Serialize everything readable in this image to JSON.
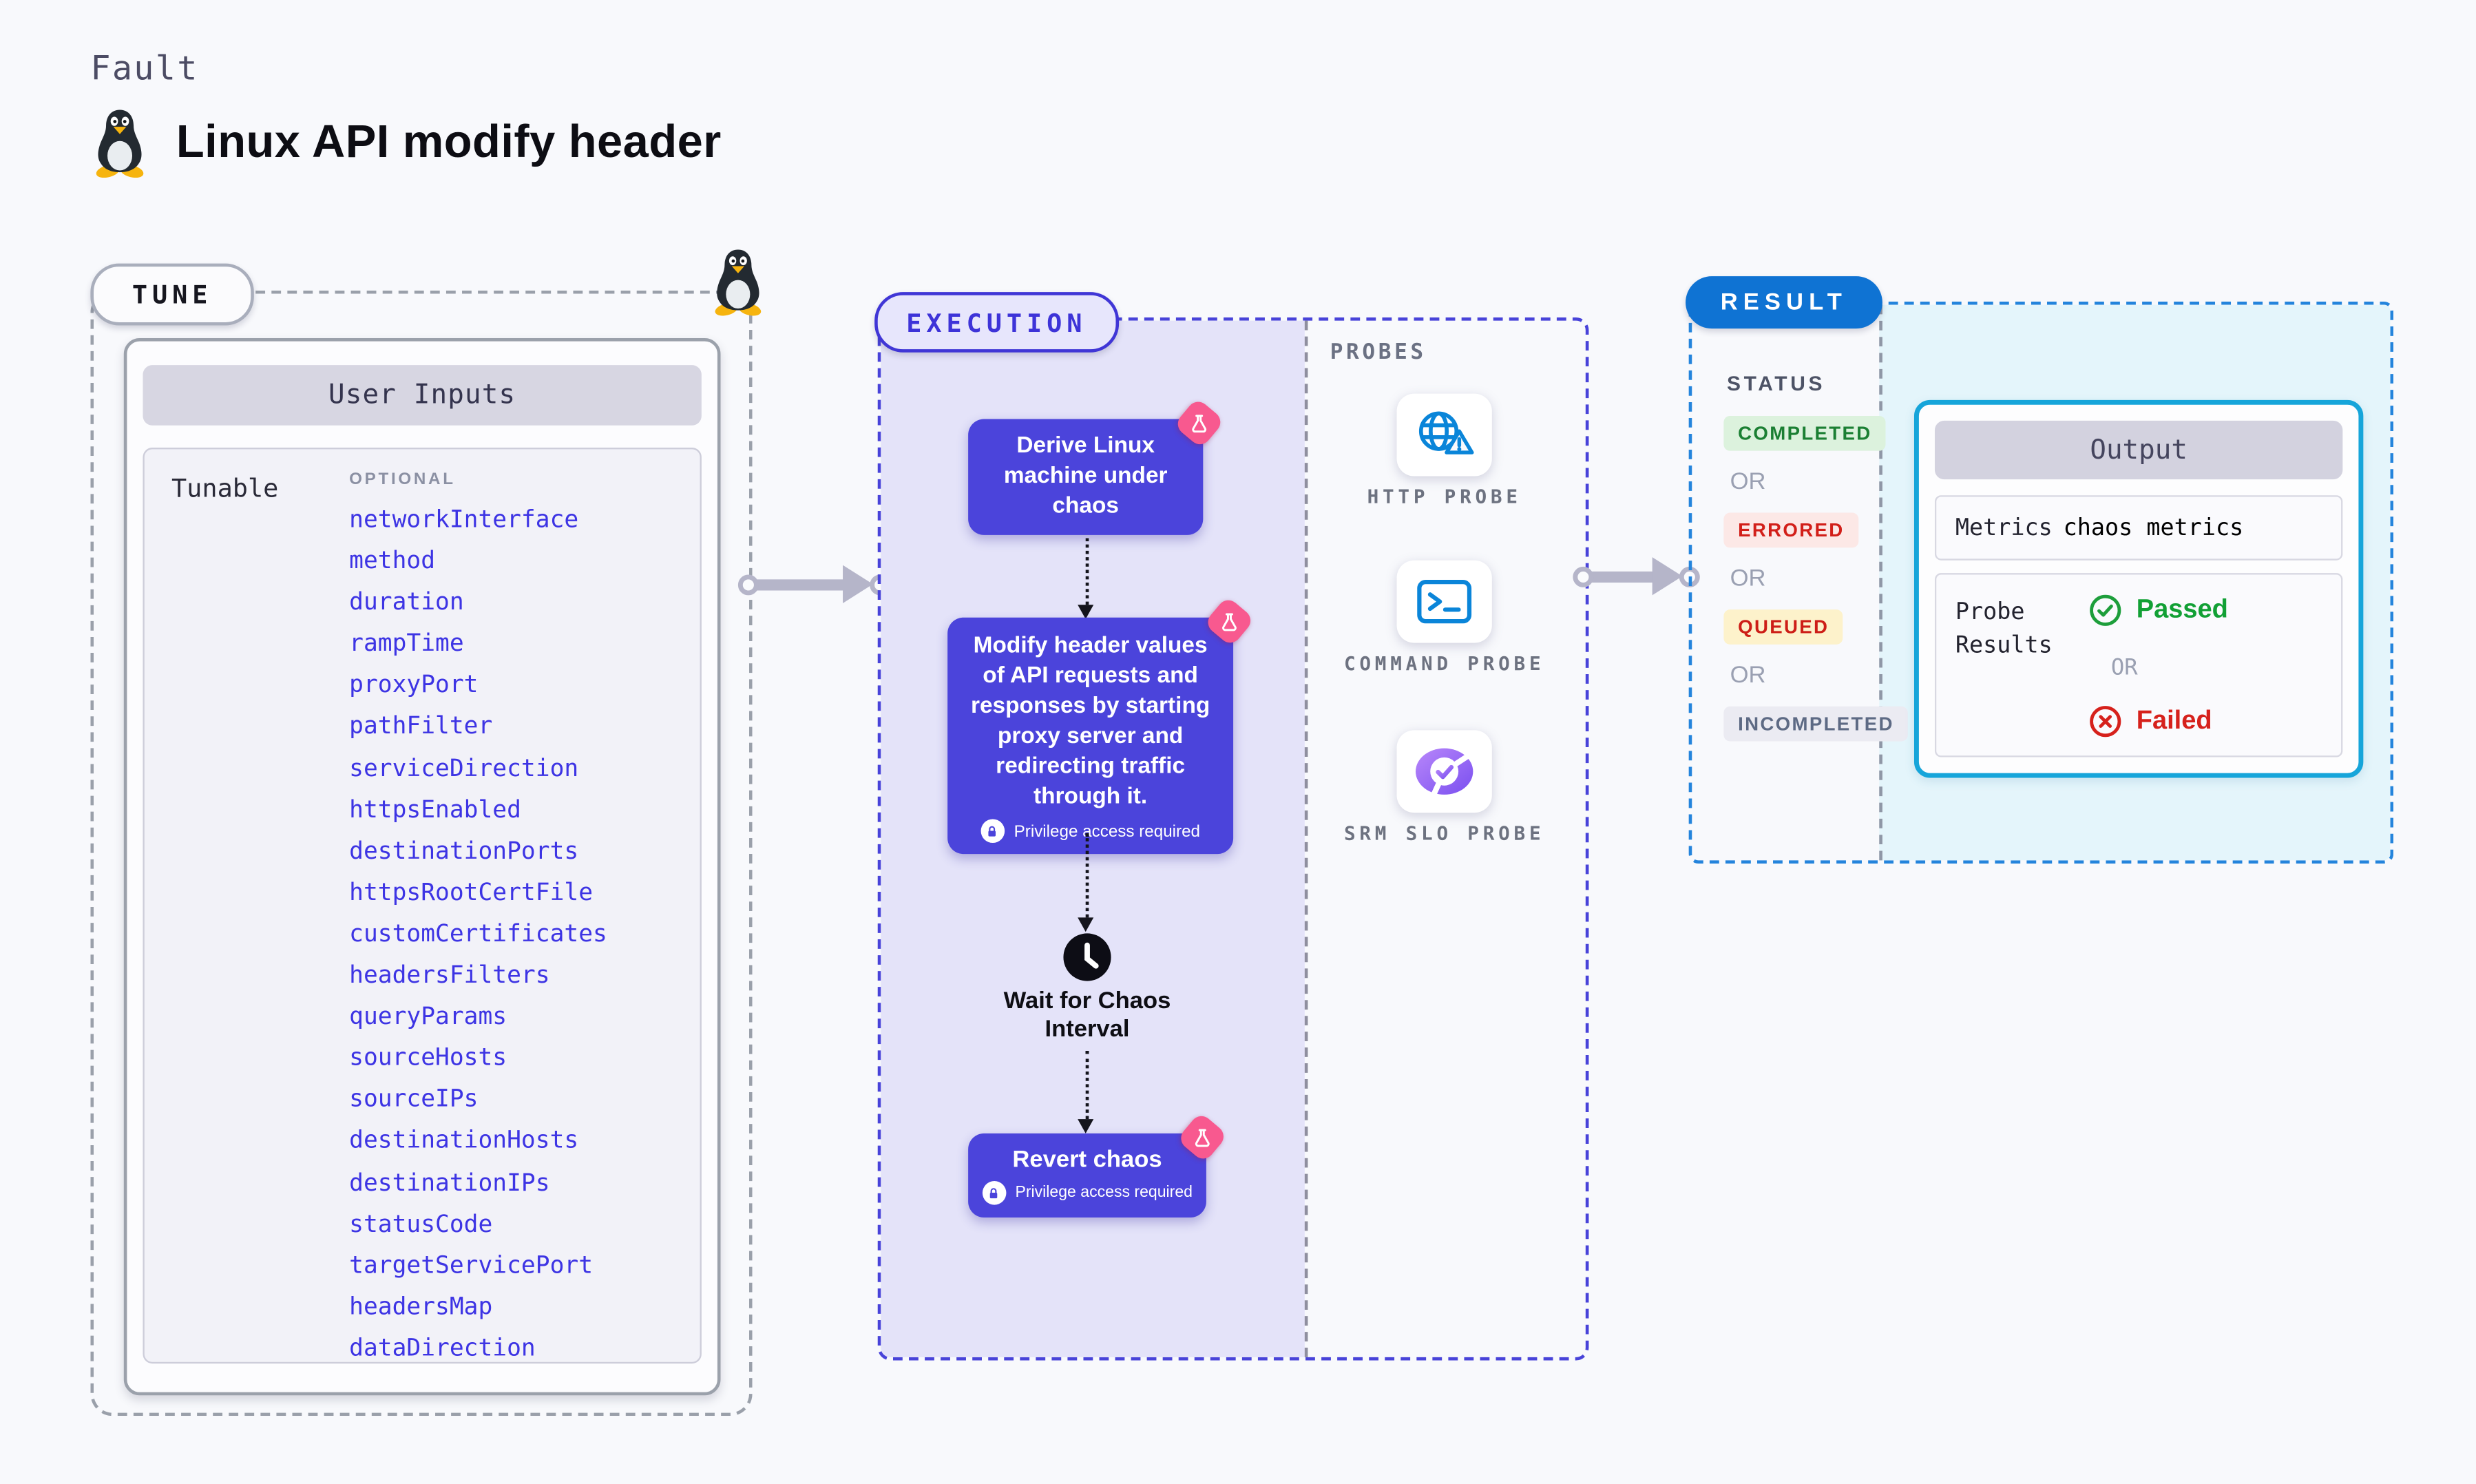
{
  "page": {
    "kicker": "Fault",
    "title": "Linux API modify header"
  },
  "tune": {
    "badge": "TUNE",
    "panel_title": "User Inputs",
    "row_label": "Tunable",
    "column_label": "OPTIONAL",
    "tunables": [
      "networkInterface",
      "method",
      "duration",
      "rampTime",
      "proxyPort",
      "pathFilter",
      "serviceDirection",
      "httpsEnabled",
      "destinationPorts",
      "httpsRootCertFile",
      "customCertificates",
      "headersFilters",
      "queryParams",
      "sourceHosts",
      "sourceIPs",
      "destinationHosts",
      "destinationIPs",
      "statusCode",
      "targetServicePort",
      "headersMap",
      "dataDirection"
    ]
  },
  "execution": {
    "badge": "EXECUTION",
    "derive_step": "Derive Linux machine under chaos",
    "modify_step": "Modify header values of API requests and responses by starting proxy server and redirecting traffic through it.",
    "privilege_note": "Privilege access required",
    "wait_step": "Wait for Chaos Interval",
    "revert_step": "Revert chaos"
  },
  "probes": {
    "label": "PROBES",
    "items": [
      {
        "label": "HTTP PROBE",
        "icon": "globe-alert-icon"
      },
      {
        "label": "COMMAND PROBE",
        "icon": "terminal-icon"
      },
      {
        "label": "SRM SLO PROBE",
        "icon": "slo-donut-icon"
      }
    ]
  },
  "result": {
    "badge": "RESULT",
    "status_label": "STATUS",
    "or_label": "OR",
    "statuses": [
      {
        "label": "COMPLETED",
        "bg": "#dcf2dd",
        "color": "#1b7f33"
      },
      {
        "label": "ERRORED",
        "bg": "#fce8e6",
        "color": "#d21f19"
      },
      {
        "label": "QUEUED",
        "bg": "#fdf2cb",
        "color": "#cd1e17"
      },
      {
        "label": "INCOMPLETED",
        "bg": "#ebebf2",
        "color": "#5d6a84"
      }
    ],
    "output": {
      "title": "Output",
      "metrics_label": "Metrics",
      "metrics_value": "chaos metrics",
      "probe_results_label": "Probe Results",
      "passed": "Passed",
      "failed": "Failed"
    }
  },
  "colors": {
    "link": "#3d34e4",
    "flow_indigo": "#4b44db",
    "exec_fill": "#e4e3f9",
    "pink_badge": "#f8598f",
    "probe_blue": "#0a85d9",
    "result_blue": "#0f73d3",
    "cyan_fill": "#e4f5fb",
    "output_border": "#16a5da",
    "passed_green": "#12a035",
    "failed_red": "#d6211c"
  }
}
